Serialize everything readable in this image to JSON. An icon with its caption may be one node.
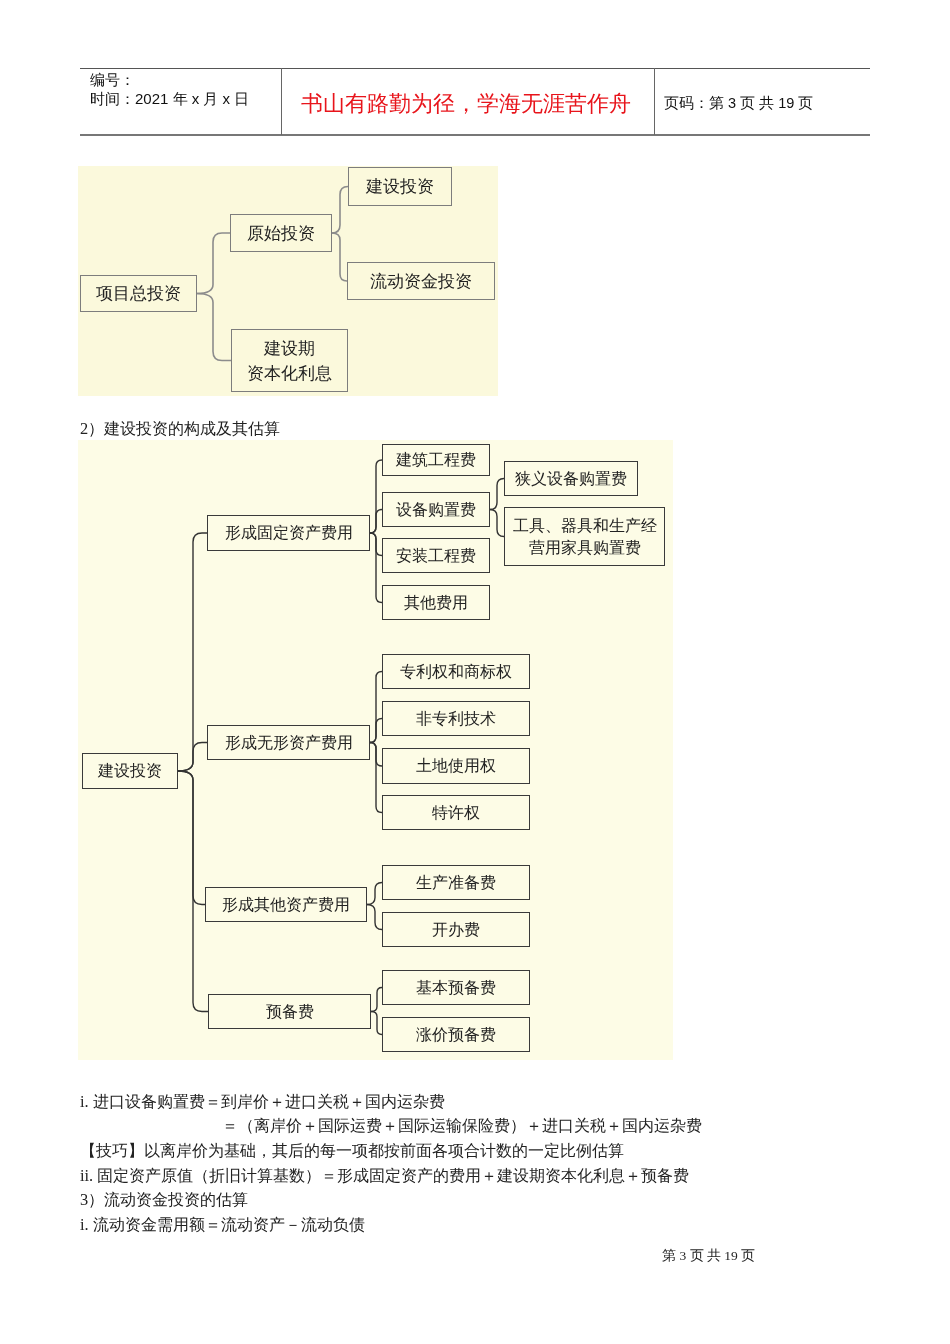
{
  "diagram": {
    "nodes": [
      {
        "text": [
          "项目总投资"
        ]
      },
      {
        "text": [
          "原始投资"
        ]
      },
      {
        "text": [
          "建设投资"
        ]
      },
      {
        "text": [
          "流动资金投资"
        ]
      },
      {
        "text": [
          "建设期资本化利息"
        ]
      },
      {
        "text": [
          "建设投资"
        ]
      },
      {
        "text": [
          "形成固定资产费用"
        ]
      },
      {
        "text": [
          "建筑工程费"
        ]
      },
      {
        "text": [
          "设备购置费"
        ]
      },
      {
        "text": [
          "狭义设备购置费"
        ]
      },
      {
        "text": [
          "工具、器具和生产经营用家具购置费"
        ]
      },
      {
        "text": [
          "安装工程费"
        ]
      },
      {
        "text": [
          "其他费用"
        ]
      },
      {
        "text": [
          "形成无形资产费用"
        ]
      },
      {
        "text": [
          "专利权和商标权"
        ]
      },
      {
        "text": [
          "非专利技术"
        ]
      },
      {
        "text": [
          "土地使用权"
        ]
      },
      {
        "text": [
          "特许权"
        ]
      },
      {
        "text": [
          "形成其他资产费用"
        ]
      },
      {
        "text": [
          "生产准备费"
        ]
      },
      {
        "text": [
          "开办费"
        ]
      },
      {
        "text": [
          "预备费"
        ]
      },
      {
        "text": [
          "基本预备费"
        ]
      },
      {
        "text": [
          "涨价预备费"
        ]
      }
    ],
    "edges": [
      {
        "from": 0,
        "to": 1,
        "arrow": "none",
        "color": "#8c8c8c"
      },
      {
        "from": 0,
        "to": 4,
        "arrow": "none",
        "color": "#8c8c8c"
      },
      {
        "from": 1,
        "to": 2,
        "arrow": "none",
        "color": "#8c8c8c"
      },
      {
        "from": 1,
        "to": 3,
        "arrow": "none",
        "color": "#8c8c8c"
      },
      {
        "from": 5,
        "to": 6,
        "arrow": "none"
      },
      {
        "from": 5,
        "to": 13,
        "arrow": "none"
      },
      {
        "from": 5,
        "to": 18,
        "arrow": "none"
      },
      {
        "from": 5,
        "to": 21,
        "arrow": "none"
      },
      {
        "from": 6,
        "to": 7,
        "arrow": "none"
      },
      {
        "from": 6,
        "to": 8,
        "arrow": "none"
      },
      {
        "from": 6,
        "to": 11,
        "arrow": "none"
      },
      {
        "from": 6,
        "to": 12,
        "arrow": "none"
      },
      {
        "from": 8,
        "to": 9,
        "arrow": "none"
      },
      {
        "from": 8,
        "to": 10,
        "arrow": "none"
      },
      {
        "from": 13,
        "to": 14,
        "arrow": "none"
      },
      {
        "from": 13,
        "to": 15,
        "arrow": "none"
      },
      {
        "from": 13,
        "to": 16,
        "arrow": "none"
      },
      {
        "from": 13,
        "to": 17,
        "arrow": "none"
      },
      {
        "from": 18,
        "to": 19,
        "arrow": "none"
      },
      {
        "from": 18,
        "to": 20,
        "arrow": "none"
      },
      {
        "from": 21,
        "to": 22,
        "arrow": "none"
      },
      {
        "from": 21,
        "to": 23,
        "arrow": "none"
      }
    ],
    "labels": [
      "编号：",
      "时间：2021 年 x 月 x 日",
      "书山有路勤为径，学海无涯苦作舟",
      "页码：第 3 页 共 19 页",
      "2）建设投资的构成及其估算",
      "i. 进口设备购置费＝到岸价＋进口关税＋国内运杂费",
      "＝（离岸价＋国际运费＋国际运输保险费）＋进口关税＋国内运杂费",
      "【技巧】以离岸价为基础，其后的每一项都按前面各项合计数的一定比例估算",
      "ii. 固定资产原值（折旧计算基数）＝形成固定资产的费用＋建设期资本化利息＋预备费",
      "3）流动资金投资的估算",
      "i. 流动资金需用额＝流动资产－流动负债",
      "第 3 页 共 19 页"
    ]
  }
}
